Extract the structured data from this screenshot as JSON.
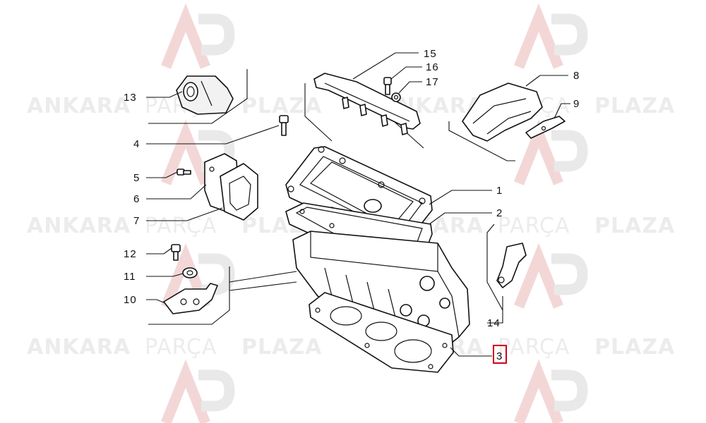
{
  "watermark": {
    "brand_word_1": "ANKARA",
    "brand_word_2": "PARÇA",
    "brand_word_3": "PLAZA",
    "logo_color": "#f3d7d7",
    "logo_color_dark": "#e9e9e9",
    "text_color": "#ececec"
  },
  "diagram": {
    "highlight_color": "#d0021b",
    "callouts": [
      {
        "id": "1",
        "label": "1"
      },
      {
        "id": "2",
        "label": "2"
      },
      {
        "id": "3",
        "label": "3",
        "highlighted": true
      },
      {
        "id": "4",
        "label": "4"
      },
      {
        "id": "5",
        "label": "5"
      },
      {
        "id": "6",
        "label": "6"
      },
      {
        "id": "7",
        "label": "7"
      },
      {
        "id": "8",
        "label": "8"
      },
      {
        "id": "9",
        "label": "9"
      },
      {
        "id": "10",
        "label": "10"
      },
      {
        "id": "11",
        "label": "11"
      },
      {
        "id": "12",
        "label": "12"
      },
      {
        "id": "13",
        "label": "13"
      },
      {
        "id": "14",
        "label": "14"
      },
      {
        "id": "15",
        "label": "15"
      },
      {
        "id": "16",
        "label": "16"
      },
      {
        "id": "17",
        "label": "17"
      }
    ]
  }
}
